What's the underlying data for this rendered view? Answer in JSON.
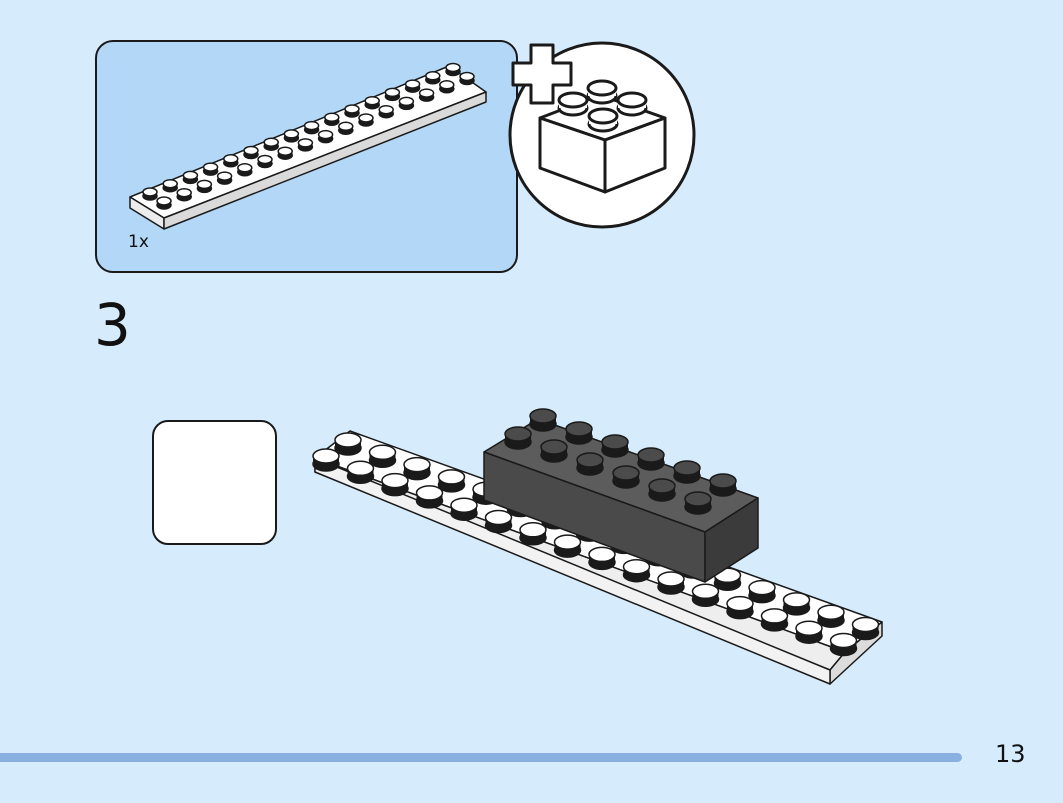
{
  "parts_callout": {
    "quantity": "1x",
    "part": "plate-2x16-white-icon",
    "addon_icon": "plus-brick-2x2-icon"
  },
  "step": {
    "number": "3"
  },
  "rotate": {
    "icon": "rotate-model-icon"
  },
  "footer": {
    "page_number": "13"
  },
  "colors": {
    "background": "#d6ecfc",
    "parts_box": "#b3d7f6",
    "dark_brick": "#595959",
    "white_plate": "#ffffff",
    "footer_bar": "#8ab0e2"
  }
}
